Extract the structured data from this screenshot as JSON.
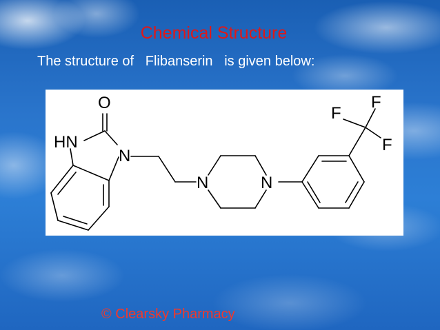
{
  "slide": {
    "title": "Chemical Structure",
    "subtitle": "The structure of   Flibanserin   is given below:",
    "footer": "© Clearsky Pharmacy",
    "colors": {
      "title": "#e01818",
      "subtitle": "#ffffff",
      "footer": "#f0392b",
      "background": "#2a75cc"
    }
  },
  "structure": {
    "atoms": {
      "oxygen": "O",
      "nh": "HN",
      "n_ring": "N",
      "n_pip_left": "N",
      "n_pip_right": "N",
      "f_top": "F",
      "f_left": "F",
      "f_right": "F"
    }
  }
}
